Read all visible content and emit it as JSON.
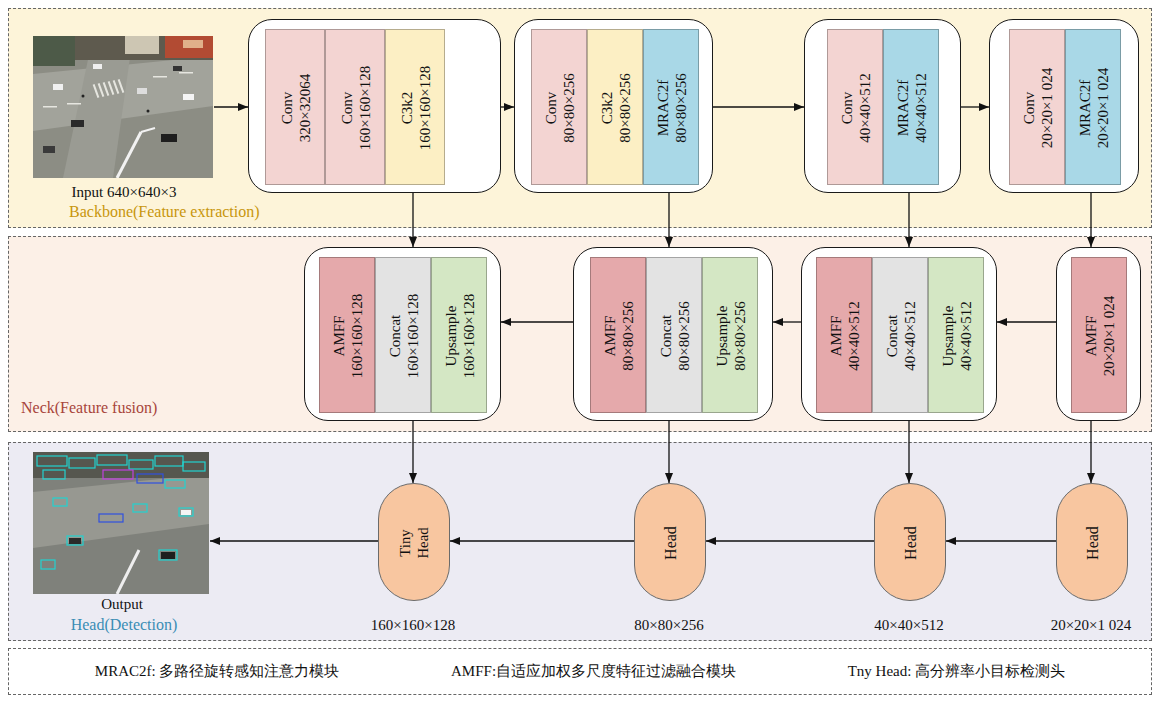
{
  "diagram": {
    "nodes": [
      {
        "text": [
          "Backbone(Feature extraction)"
        ]
      },
      {
        "text": [
          "Input 640×640×3"
        ],
        "in": 0
      },
      {
        "text": [],
        "in": 0
      },
      {
        "text": [
          "Conv",
          "320×32064"
        ],
        "in": 2
      },
      {
        "text": [
          "Conv",
          "160×160×128"
        ],
        "in": 2
      },
      {
        "text": [
          "C3k2",
          "160×160×128"
        ],
        "in": 2
      },
      {
        "text": [],
        "in": 0
      },
      {
        "text": [
          "Conv",
          "80×80×256"
        ],
        "in": 6
      },
      {
        "text": [
          "C3k2",
          "80×80×256"
        ],
        "in": 6
      },
      {
        "text": [
          "MRAC2f",
          "80×80×256"
        ],
        "in": 6
      },
      {
        "text": [],
        "in": 0
      },
      {
        "text": [
          "Conv",
          "40×40×512"
        ],
        "in": 10
      },
      {
        "text": [
          "MRAC2f",
          "40×40×512"
        ],
        "in": 10
      },
      {
        "text": [],
        "in": 0
      },
      {
        "text": [
          "Conv",
          "20×20×1 024"
        ],
        "in": 13
      },
      {
        "text": [
          "MRAC2f",
          "20×20×1 024"
        ],
        "in": 13
      },
      {
        "text": [
          "Neck(Feature fusion)"
        ]
      },
      {
        "text": [],
        "in": 16
      },
      {
        "text": [
          "AMFF",
          "160×160×128"
        ],
        "in": 17
      },
      {
        "text": [
          "Concat",
          "160×160×128"
        ],
        "in": 17
      },
      {
        "text": [
          "Upsample",
          "160×160×128"
        ],
        "in": 17
      },
      {
        "text": [],
        "in": 16
      },
      {
        "text": [
          "AMFF",
          "80×80×256"
        ],
        "in": 21
      },
      {
        "text": [
          "Concat",
          "80×80×256"
        ],
        "in": 21
      },
      {
        "text": [
          "Upsample",
          "80×80×256"
        ],
        "in": 21
      },
      {
        "text": [],
        "in": 16
      },
      {
        "text": [
          "AMFF",
          "40×40×512"
        ],
        "in": 25
      },
      {
        "text": [
          "Concat",
          "40×40×512"
        ],
        "in": 25
      },
      {
        "text": [
          "Upsample",
          "40×40×512"
        ],
        "in": 25
      },
      {
        "text": [],
        "in": 16
      },
      {
        "text": [
          "AMFF",
          "20×20×1 024"
        ],
        "in": 29
      },
      {
        "text": [
          "Head(Detection)"
        ]
      },
      {
        "text": [
          "Output"
        ],
        "in": 31
      },
      {
        "text": [
          "Tiny Head"
        ],
        "in": 31
      },
      {
        "text": [
          "Head"
        ],
        "in": 31
      },
      {
        "text": [
          "Head"
        ],
        "in": 31
      },
      {
        "text": [
          "Head"
        ],
        "in": 31
      },
      {
        "text": [
          "MRAC2f: 多路径旋转感知注意力模块",
          "AMFF:自适应加权多尺度特征过滤融合模块",
          "Tny Head: 高分辨率小目标检测头"
        ]
      }
    ],
    "edges": [
      {
        "from": 1,
        "to": 2,
        "arrow": "to"
      },
      {
        "from": 2,
        "to": 6,
        "arrow": "to"
      },
      {
        "from": 6,
        "to": 10,
        "arrow": "to"
      },
      {
        "from": 10,
        "to": 13,
        "arrow": "to"
      },
      {
        "from": 2,
        "to": 17,
        "arrow": "to"
      },
      {
        "from": 6,
        "to": 21,
        "arrow": "to"
      },
      {
        "from": 10,
        "to": 25,
        "arrow": "to"
      },
      {
        "from": 13,
        "to": 29,
        "arrow": "to"
      },
      {
        "from": 29,
        "to": 25,
        "arrow": "to"
      },
      {
        "from": 25,
        "to": 21,
        "arrow": "to"
      },
      {
        "from": 21,
        "to": 17,
        "arrow": "to"
      },
      {
        "from": 17,
        "to": 33,
        "arrow": "to"
      },
      {
        "from": 21,
        "to": 34,
        "arrow": "to"
      },
      {
        "from": 25,
        "to": 35,
        "arrow": "to"
      },
      {
        "from": 29,
        "to": 36,
        "arrow": "to"
      },
      {
        "from": 36,
        "to": 35,
        "arrow": "to"
      },
      {
        "from": 35,
        "to": 34,
        "arrow": "to"
      },
      {
        "from": 34,
        "to": 33,
        "arrow": "to"
      },
      {
        "from": 33,
        "to": 32,
        "arrow": "to"
      }
    ],
    "labels": [
      "160×160×128",
      "80×80×256",
      "40×40×512",
      "20×20×1 024"
    ]
  }
}
